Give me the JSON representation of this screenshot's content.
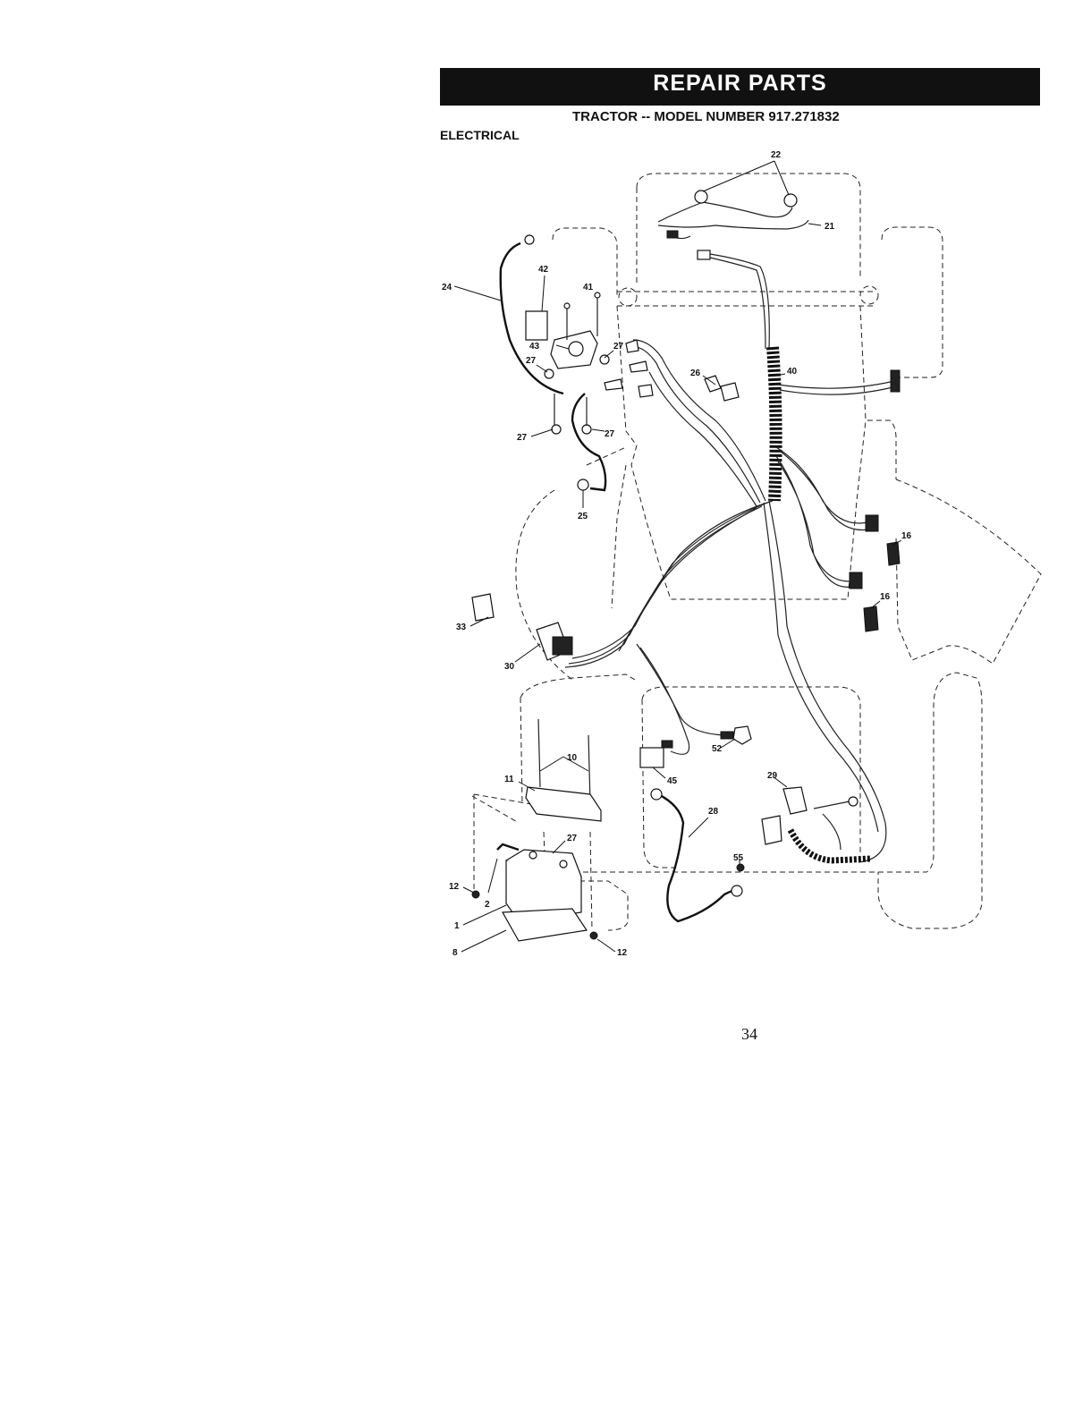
{
  "header": {
    "banner": "REPAIR PARTS",
    "subtitle": "TRACTOR -- MODEL NUMBER 917.271832",
    "section": "ELECTRICAL"
  },
  "diagram": {
    "callouts": {
      "c22": "22",
      "c21": "21",
      "c24": "24",
      "c42": "42",
      "c41": "41",
      "c43": "43",
      "c27a": "27",
      "c27b": "27",
      "c27c": "27",
      "c27d": "27",
      "c26": "26",
      "c40": "40",
      "c25": "25",
      "c16a": "16",
      "c16b": "16",
      "c33": "33",
      "c30": "30",
      "c10": "10",
      "c11": "11",
      "c45": "45",
      "c52": "52",
      "c29": "29",
      "c28": "28",
      "c27e": "27",
      "c55": "55",
      "c12a": "12",
      "c2": "2",
      "c1": "1",
      "c8": "8",
      "c12b": "12"
    }
  },
  "footer": {
    "page_number": "34"
  }
}
